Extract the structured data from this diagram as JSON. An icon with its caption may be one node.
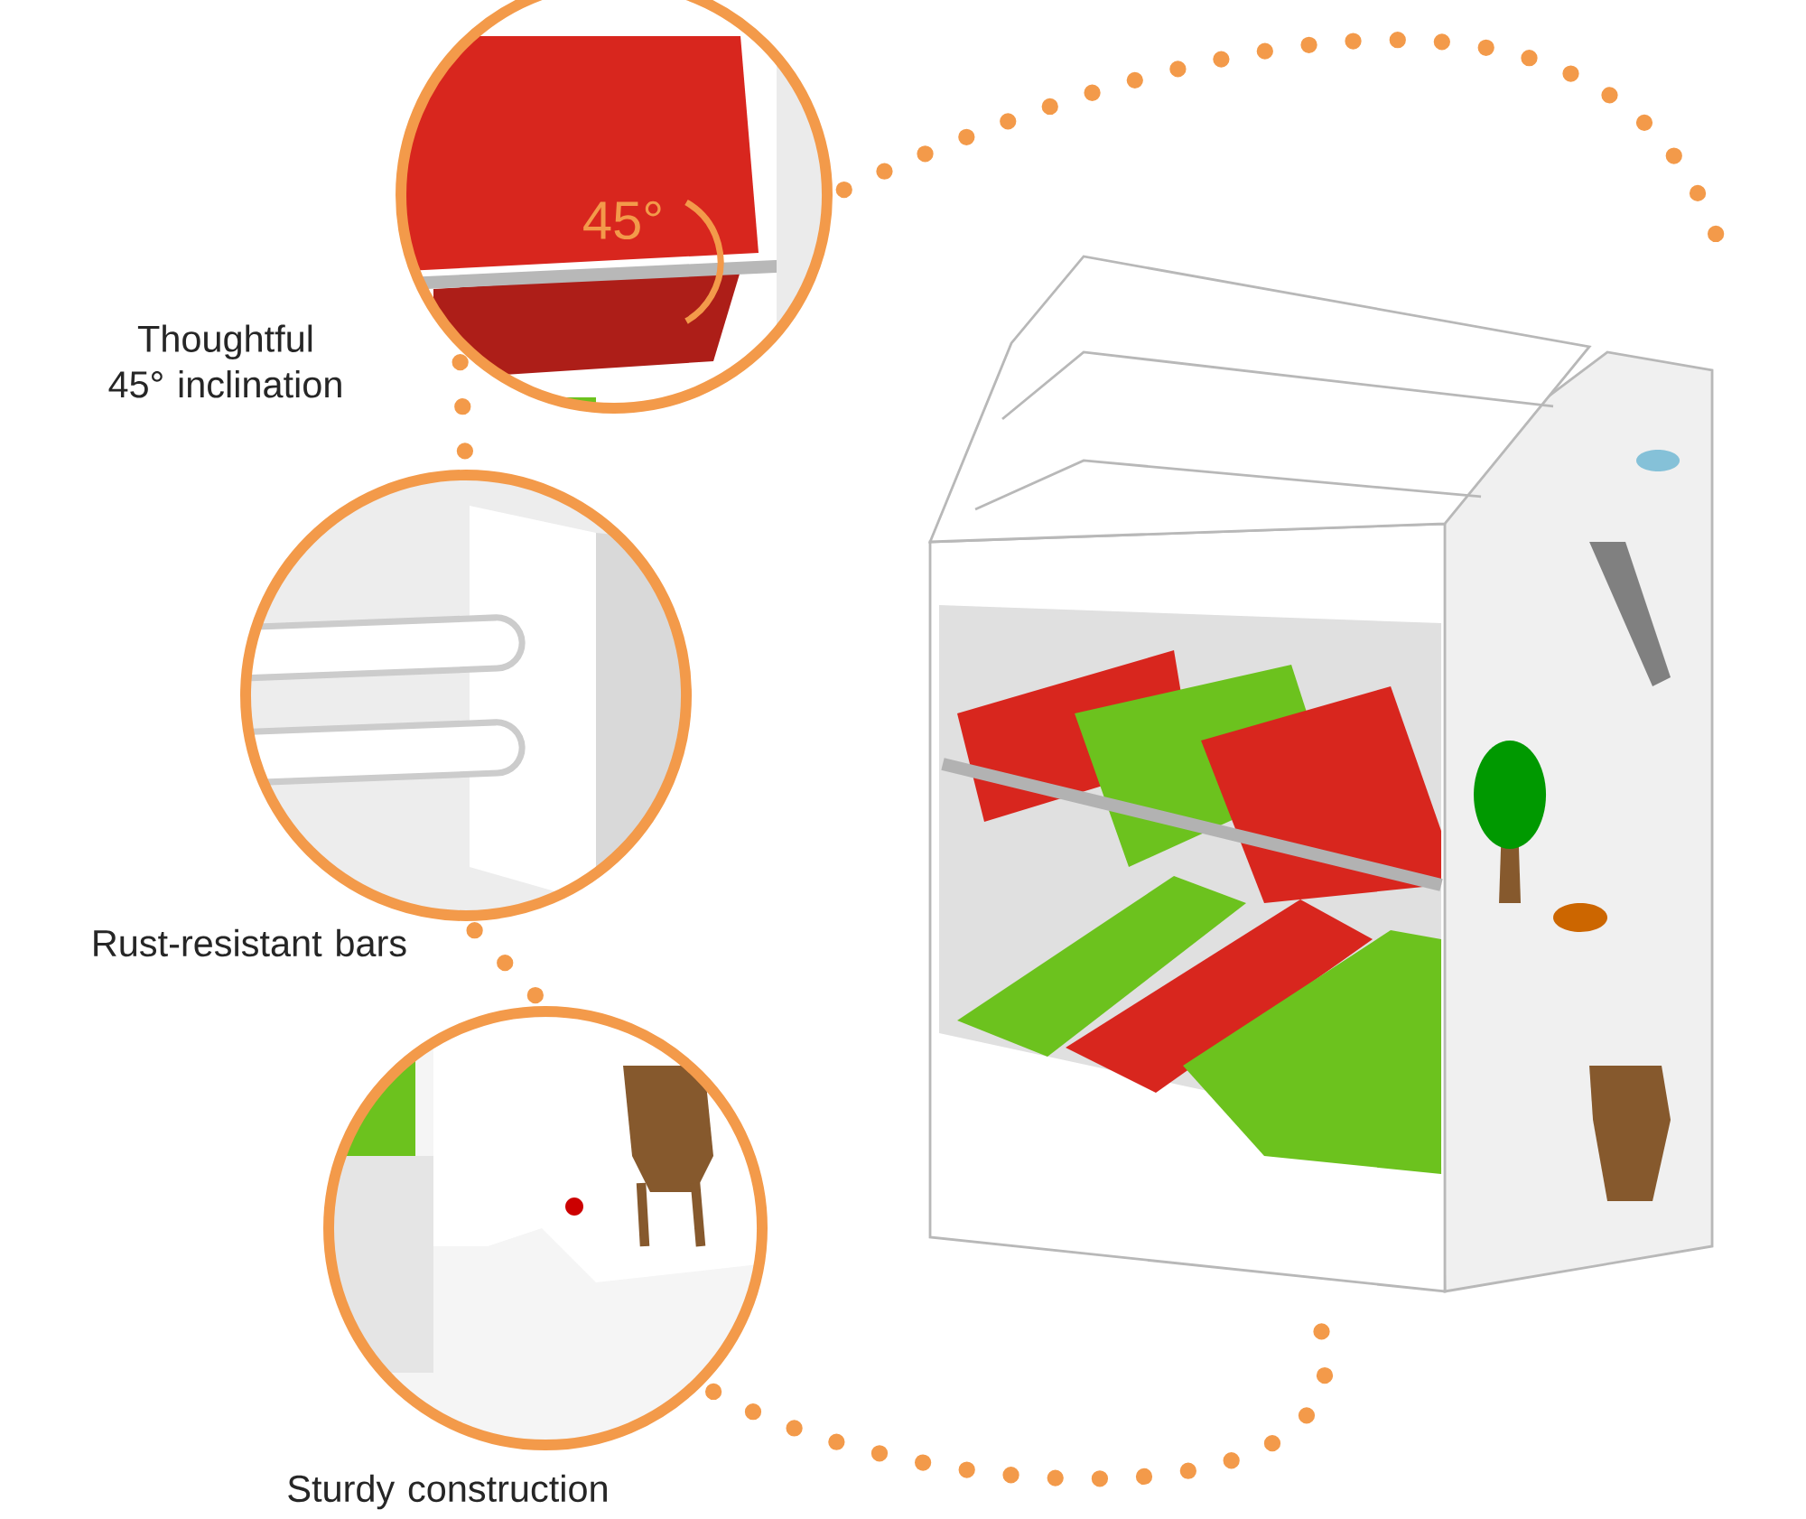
{
  "diagram": {
    "nodes": [
      {
        "text": [],
        "shape": "picture",
        "beside": [
          "Thoughtful 45° inclination"
        ]
      },
      {
        "text": [],
        "shape": "picture",
        "beside": [
          "Rust-resistant bars"
        ]
      },
      {
        "text": [],
        "shape": "picture",
        "beside": [
          "Sturdy construction"
        ]
      },
      {
        "text": [],
        "shape": "picture"
      }
    ],
    "edges": [
      {
        "from": 0,
        "to": 3,
        "arrow": "none"
      },
      {
        "from": 0,
        "to": 1,
        "arrow": "none"
      },
      {
        "from": 1,
        "to": 2,
        "arrow": "none"
      },
      {
        "from": 2,
        "to": 3,
        "arrow": "none"
      }
    ],
    "labels": [
      "45°"
    ]
  }
}
